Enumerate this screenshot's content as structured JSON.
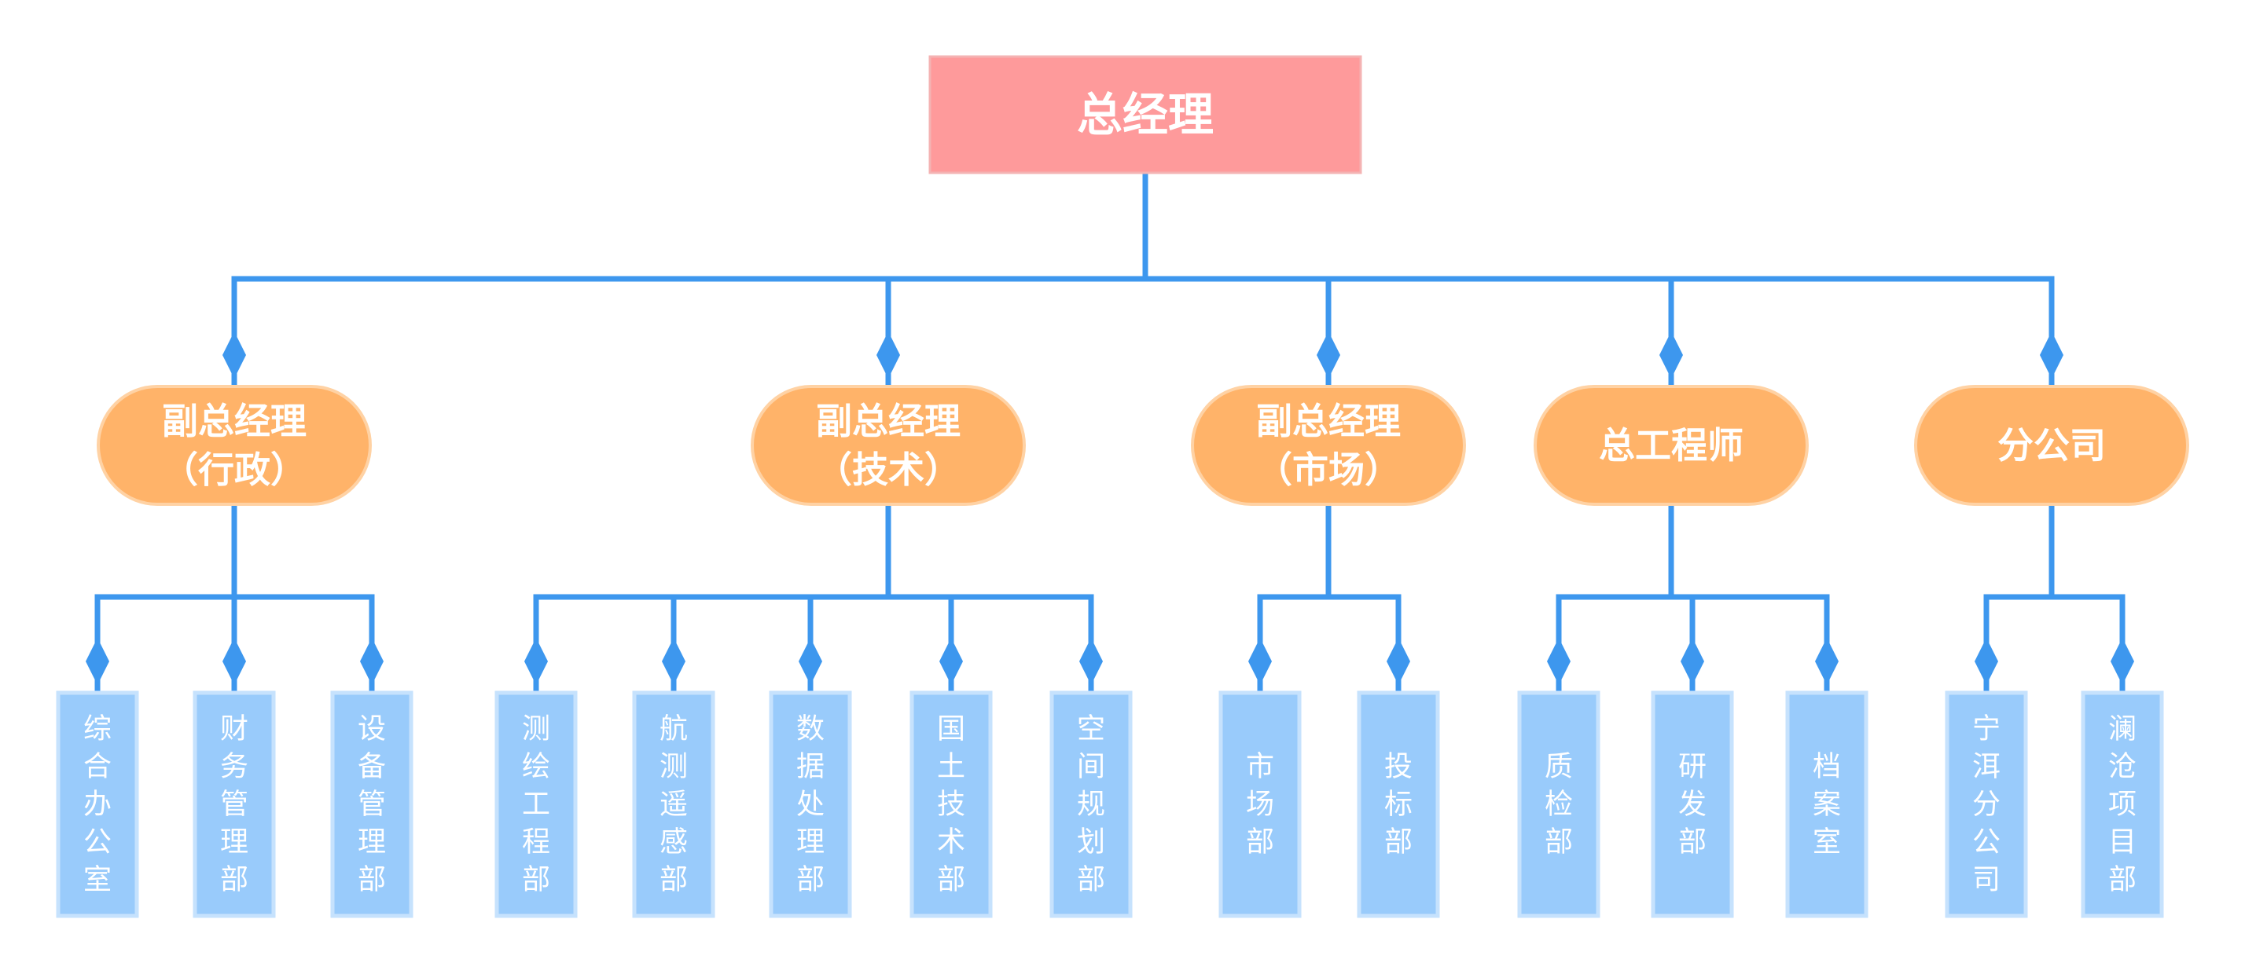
{
  "colors": {
    "connector": "#3d97ee",
    "root_fill": "#fe9a9b",
    "root_stroke": "#f4b3b3",
    "mid_fill": "#ffb369",
    "mid_stroke": "#ffd2a4",
    "leaf_fill": "#99cbfb",
    "leaf_stroke": "#c6e2fd",
    "text": "#ffffff"
  },
  "root": {
    "label": "总经理"
  },
  "groups": [
    {
      "id": "admin",
      "lines": [
        "副总经理",
        "（行政）"
      ],
      "departments": [
        "综合办公室",
        "财务管理部",
        "设备管理部"
      ]
    },
    {
      "id": "tech",
      "lines": [
        "副总经理",
        "（技术）"
      ],
      "departments": [
        "测绘工程部",
        "航测遥感部",
        "数据处理部",
        "国土技术部",
        "空间规划部"
      ]
    },
    {
      "id": "market",
      "lines": [
        "副总经理",
        "（市场）"
      ],
      "departments": [
        "市场部",
        "投标部"
      ]
    },
    {
      "id": "chief-engineer",
      "lines": [
        "总工程师"
      ],
      "departments": [
        "质检部",
        "研发部",
        "档案室"
      ]
    },
    {
      "id": "branch",
      "lines": [
        "分公司"
      ],
      "departments": [
        "宁洱分公司",
        "澜沧项目部"
      ]
    }
  ]
}
